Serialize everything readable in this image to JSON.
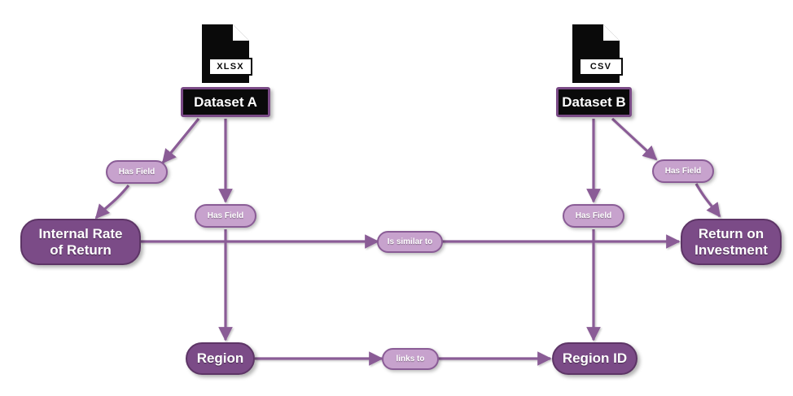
{
  "diagram": {
    "title": "Dataset field mapping graph",
    "background": "#ffffff",
    "colors": {
      "edge": "#8a5c96",
      "node_fill": "#7b4b87",
      "node_stroke": "#5d3566",
      "pill_fill": "#c7a2cd",
      "pill_stroke": "#8a5c96",
      "dataset_fill": "#0a0a0a",
      "dataset_stroke": "#7a4a86",
      "text": "#ffffff"
    },
    "file_icons": [
      {
        "id": "xlsx-icon",
        "format": "XLSX"
      },
      {
        "id": "csv-icon",
        "format": "CSV"
      }
    ],
    "nodes": [
      {
        "id": "dataset-a",
        "label": "Dataset A",
        "shape": "rect"
      },
      {
        "id": "dataset-b",
        "label": "Dataset B",
        "shape": "rect"
      },
      {
        "id": "internal-rate-return",
        "label": "Internal Rate\nof Return",
        "shape": "rounded"
      },
      {
        "id": "return-on-investment",
        "label": "Return on\nInvestment",
        "shape": "rounded"
      },
      {
        "id": "region",
        "label": "Region",
        "shape": "rounded"
      },
      {
        "id": "region-id",
        "label": "Region ID",
        "shape": "rounded"
      }
    ],
    "edges": [
      {
        "id": "edge-a-irr",
        "from": "dataset-a",
        "to": "internal-rate-return",
        "label": "Has Field"
      },
      {
        "id": "edge-a-region",
        "from": "dataset-a",
        "to": "region",
        "label": "Has Field"
      },
      {
        "id": "edge-b-roi",
        "from": "dataset-b",
        "to": "return-on-investment",
        "label": "Has Field"
      },
      {
        "id": "edge-b-regionid",
        "from": "dataset-b",
        "to": "region-id",
        "label": "Has Field"
      },
      {
        "id": "edge-irr-roi",
        "from": "internal-rate-return",
        "to": "return-on-investment",
        "label": "Is similar to"
      },
      {
        "id": "edge-region-rid",
        "from": "region",
        "to": "region-id",
        "label": "links to"
      }
    ],
    "labels": {
      "dataset_a": "Dataset A",
      "dataset_b": "Dataset B",
      "internal_rate_return_line1": "Internal Rate",
      "internal_rate_return_line2": "of Return",
      "return_on_investment_line1": "Return on",
      "return_on_investment_line2": "Investment",
      "region": "Region",
      "region_id": "Region ID",
      "has_field_1": "Has Field",
      "has_field_2": "Has Field",
      "has_field_3": "Has Field",
      "has_field_4": "Has Field",
      "is_similar_to": "Is similar to",
      "links_to": "links to",
      "xlsx": "XLSX",
      "csv": "CSV"
    }
  }
}
